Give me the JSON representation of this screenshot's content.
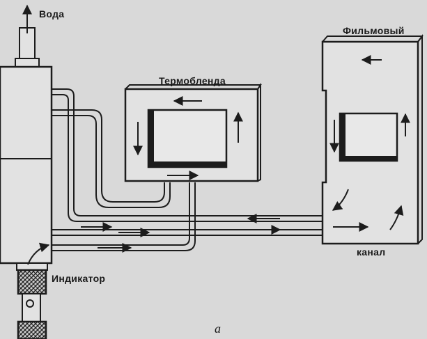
{
  "labels": {
    "water": "Вода",
    "thermoblend": "Термобленда",
    "film_top": "Фильмовый",
    "film_bottom": "канал",
    "indicator": "Индикатор",
    "caption": "а"
  }
}
